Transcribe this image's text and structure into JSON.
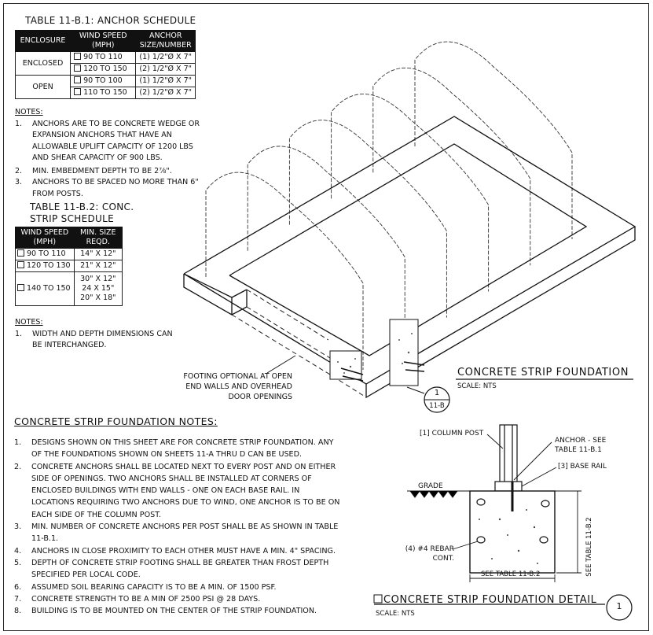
{
  "anchor_table": {
    "title": "TABLE 11-B.1: ANCHOR SCHEDULE",
    "headers": [
      "ENCLOSURE",
      "WIND SPEED (MPH)",
      "ANCHOR SIZE/NUMBER"
    ],
    "rows": [
      {
        "enclosure": "ENCLOSED",
        "speed": "90 TO 110",
        "anchor": "(1) 1/2\"Ø X 7\""
      },
      {
        "enclosure": "",
        "speed": "120 TO 150",
        "anchor": "(2) 1/2\"Ø X 7\""
      },
      {
        "enclosure": "OPEN",
        "speed": "90 TO 100",
        "anchor": "(1) 1/2\"Ø X 7\""
      },
      {
        "enclosure": "",
        "speed": "110 TO 150",
        "anchor": "(2) 1/2\"Ø X 7\""
      }
    ]
  },
  "anchor_notes": {
    "heading": "NOTES:",
    "items": [
      {
        "num": "1.",
        "text": "ANCHORS ARE TO BE CONCRETE WEDGE OR EXPANSION ANCHORS THAT HAVE AN ALLOWABLE UPLIFT CAPACITY OF 1200 LBS AND SHEAR CAPACITY OF 900 LBS."
      },
      {
        "num": "2.",
        "text": "MIN. EMBEDMENT DEPTH TO BE 2⅞\"."
      },
      {
        "num": "3.",
        "text": "ANCHORS TO BE SPACED NO MORE THAN 6\" FROM POSTS."
      }
    ]
  },
  "strip_table": {
    "title_line1": "TABLE 11-B.2: CONC.",
    "title_line2": "STRIP SCHEDULE",
    "headers": [
      "WIND SPEED (MPH)",
      "MIN. SIZE REQD."
    ],
    "rows": [
      {
        "speed": "90 TO 110",
        "size": "14\" X 12\""
      },
      {
        "speed": "120 TO 130",
        "size": "21\" X 12\""
      },
      {
        "speed": "140 TO 150",
        "size_lines": [
          "30\" X 12\"",
          "24 X 15\"",
          "20\" X 18\""
        ]
      }
    ]
  },
  "strip_notes": {
    "heading": "NOTES:",
    "items": [
      {
        "num": "1.",
        "text": "WIDTH AND DEPTH DIMENSIONS CAN BE INTERCHANGED."
      }
    ]
  },
  "iso_view": {
    "footing_note_lines": [
      "FOOTING OPTIONAL AT OPEN",
      "END WALLS AND OVERHEAD",
      "DOOR OPENINGS"
    ],
    "title": "CONCRETE STRIP FOUNDATION",
    "scale": "SCALE: NTS",
    "callout_num": "1",
    "callout_sheet": "11-B"
  },
  "foundation_notes": {
    "heading": "CONCRETE STRIP FOUNDATION NOTES:",
    "items": [
      {
        "num": "1.",
        "text": "DESIGNS SHOWN ON THIS SHEET ARE FOR CONCRETE STRIP FOUNDATION. ANY OF THE FOUNDATIONS SHOWN ON SHEETS 11-A THRU D CAN BE USED."
      },
      {
        "num": "2.",
        "text": "CONCRETE ANCHORS SHALL BE LOCATED NEXT TO EVERY POST AND ON EITHER SIDE OF OPENINGS. TWO ANCHORS SHALL BE INSTALLED AT CORNERS OF ENCLOSED BUILDINGS WITH END WALLS - ONE ON EACH BASE RAIL. IN LOCATIONS REQUIRING TWO ANCHORS DUE TO WIND, ONE ANCHOR IS TO BE ON EACH SIDE OF THE COLUMN POST."
      },
      {
        "num": "3.",
        "text": "MIN. NUMBER OF CONCRETE ANCHORS PER POST SHALL BE AS SHOWN IN TABLE 11-B.1."
      },
      {
        "num": "4.",
        "text": "ANCHORS IN CLOSE PROXIMITY TO EACH OTHER MUST HAVE A MIN. 4\" SPACING."
      },
      {
        "num": "5.",
        "text": "DEPTH OF CONCRETE STRIP FOOTING SHALL BE GREATER THAN FROST DEPTH SPECIFIED PER LOCAL CODE."
      },
      {
        "num": "6.",
        "text": "ASSUMED SOIL BEARING CAPACITY IS TO BE A MIN. OF 1500 PSF."
      },
      {
        "num": "7.",
        "text": "CONCRETE STRENGTH TO BE A MIN OF 2500 PSI @ 28 DAYS."
      },
      {
        "num": "8.",
        "text": "BUILDING IS TO BE MOUNTED ON THE CENTER OF THE STRIP FOUNDATION."
      }
    ]
  },
  "detail": {
    "column_post": "[1] COLUMN POST",
    "anchor_line1": "ANCHOR - SEE",
    "anchor_line2": "TABLE 11-B.1",
    "base_rail": "[3] BASE RAIL",
    "grade": "GRADE",
    "rebar_line1": "(4) #4 REBAR",
    "rebar_line2": "CONT.",
    "see_table_h": "SEE TABLE 11-B.2",
    "see_table_v": "SEE TABLE 11-B.2",
    "title": "CONCRETE STRIP FOUNDATION DETAIL",
    "scale": "SCALE: NTS",
    "callout_num": "1"
  }
}
